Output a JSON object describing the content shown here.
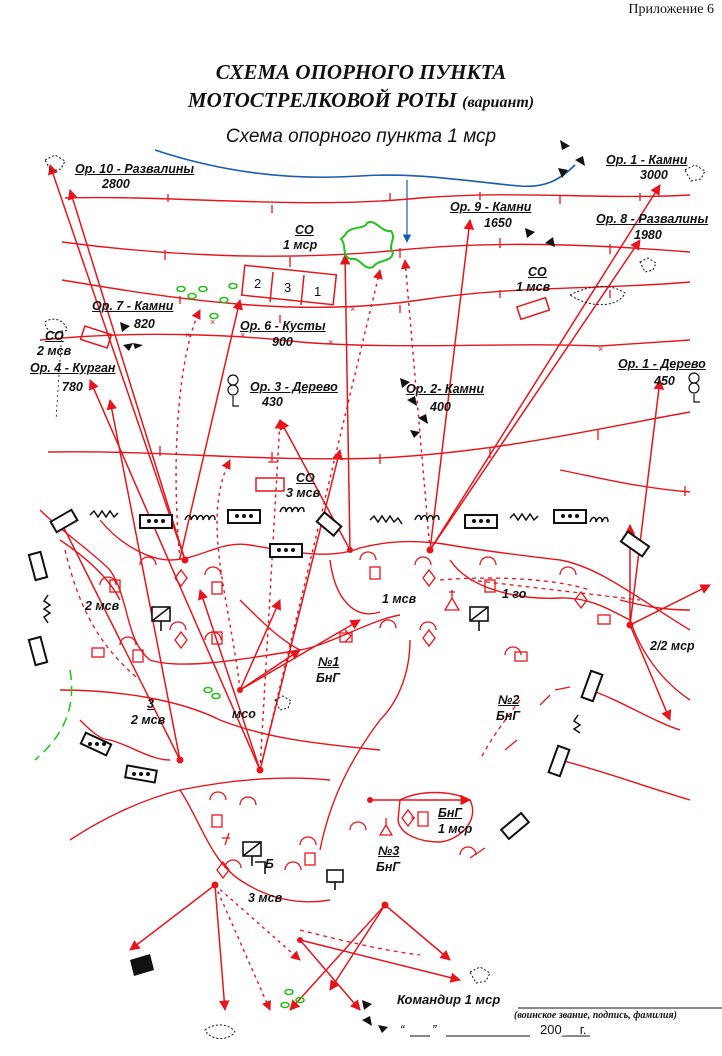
{
  "appendix": "Приложение 6",
  "title_line1": "СХЕМА ОПОРНОГО ПУНКТА",
  "title_line2": "МОТОСТРЕЛКОВОЙ РОТЫ",
  "title_variant": "(вариант)",
  "subtitle": "Схема опорного пункта 1 мср",
  "landmarks": [
    {
      "name": "Ор. 10 - Развалины",
      "distance": "2800"
    },
    {
      "name": "Ор. 1 - Камни",
      "distance": "3000"
    },
    {
      "name": "Ор. 9 - Камни",
      "distance": "1650"
    },
    {
      "name": "Ор. 8 - Развалины",
      "distance": "1980"
    },
    {
      "name": "Ор. 7 - Камни",
      "distance": "820"
    },
    {
      "name": "Ор. 6 - Кусты",
      "distance": "900"
    },
    {
      "name": "Ор. 4 - Курган",
      "distance": "780"
    },
    {
      "name": "Ор. 3 - Дерево",
      "distance": "430"
    },
    {
      "name": "Ор. 2- Камни",
      "distance": "400"
    },
    {
      "name": "Ор. 1 - Дерево",
      "distance": "450"
    }
  ],
  "units": {
    "co_1msr_top": "СО",
    "co_1msr_bottom": "1 мср",
    "co_1msv_top": "СО",
    "co_1msv_bottom": "1 мсв",
    "co_2msv_top": "СО",
    "co_2msv_bottom": "2 мсв",
    "co_3msv_top": "СО",
    "co_3msv_bottom": "3 мсв",
    "box_numbers": [
      "2",
      "3",
      "1"
    ],
    "label_2msv": "2 мсв",
    "label_1msv": "1 мсв",
    "label_1go": "1 го",
    "label_22msr": "2/2 мср",
    "label_3_top": "3",
    "label_3_bottom": "2 мсв",
    "label_mso": "мсо",
    "label_3msv": "3 мсв",
    "label_b": "Б",
    "bng1_top": "№1",
    "bng1_bottom": "БнГ",
    "bng2_top": "№2",
    "bng2_bottom": "БнГ",
    "bng3_top": "№3",
    "bng3_bottom": "БнГ",
    "bng_1msr_top": "БнГ",
    "bng_1msr_bottom": "1 мср"
  },
  "signature": {
    "commander": "Командир 1 мср",
    "hint": "(воинское звание, подпись, фамилия)",
    "date_open": "“",
    "date_close": "”",
    "year": "200__ г."
  },
  "colors": {
    "red": "#e8141c",
    "blue": "#1a5bb5",
    "green": "#22c21a",
    "black": "#111111"
  }
}
